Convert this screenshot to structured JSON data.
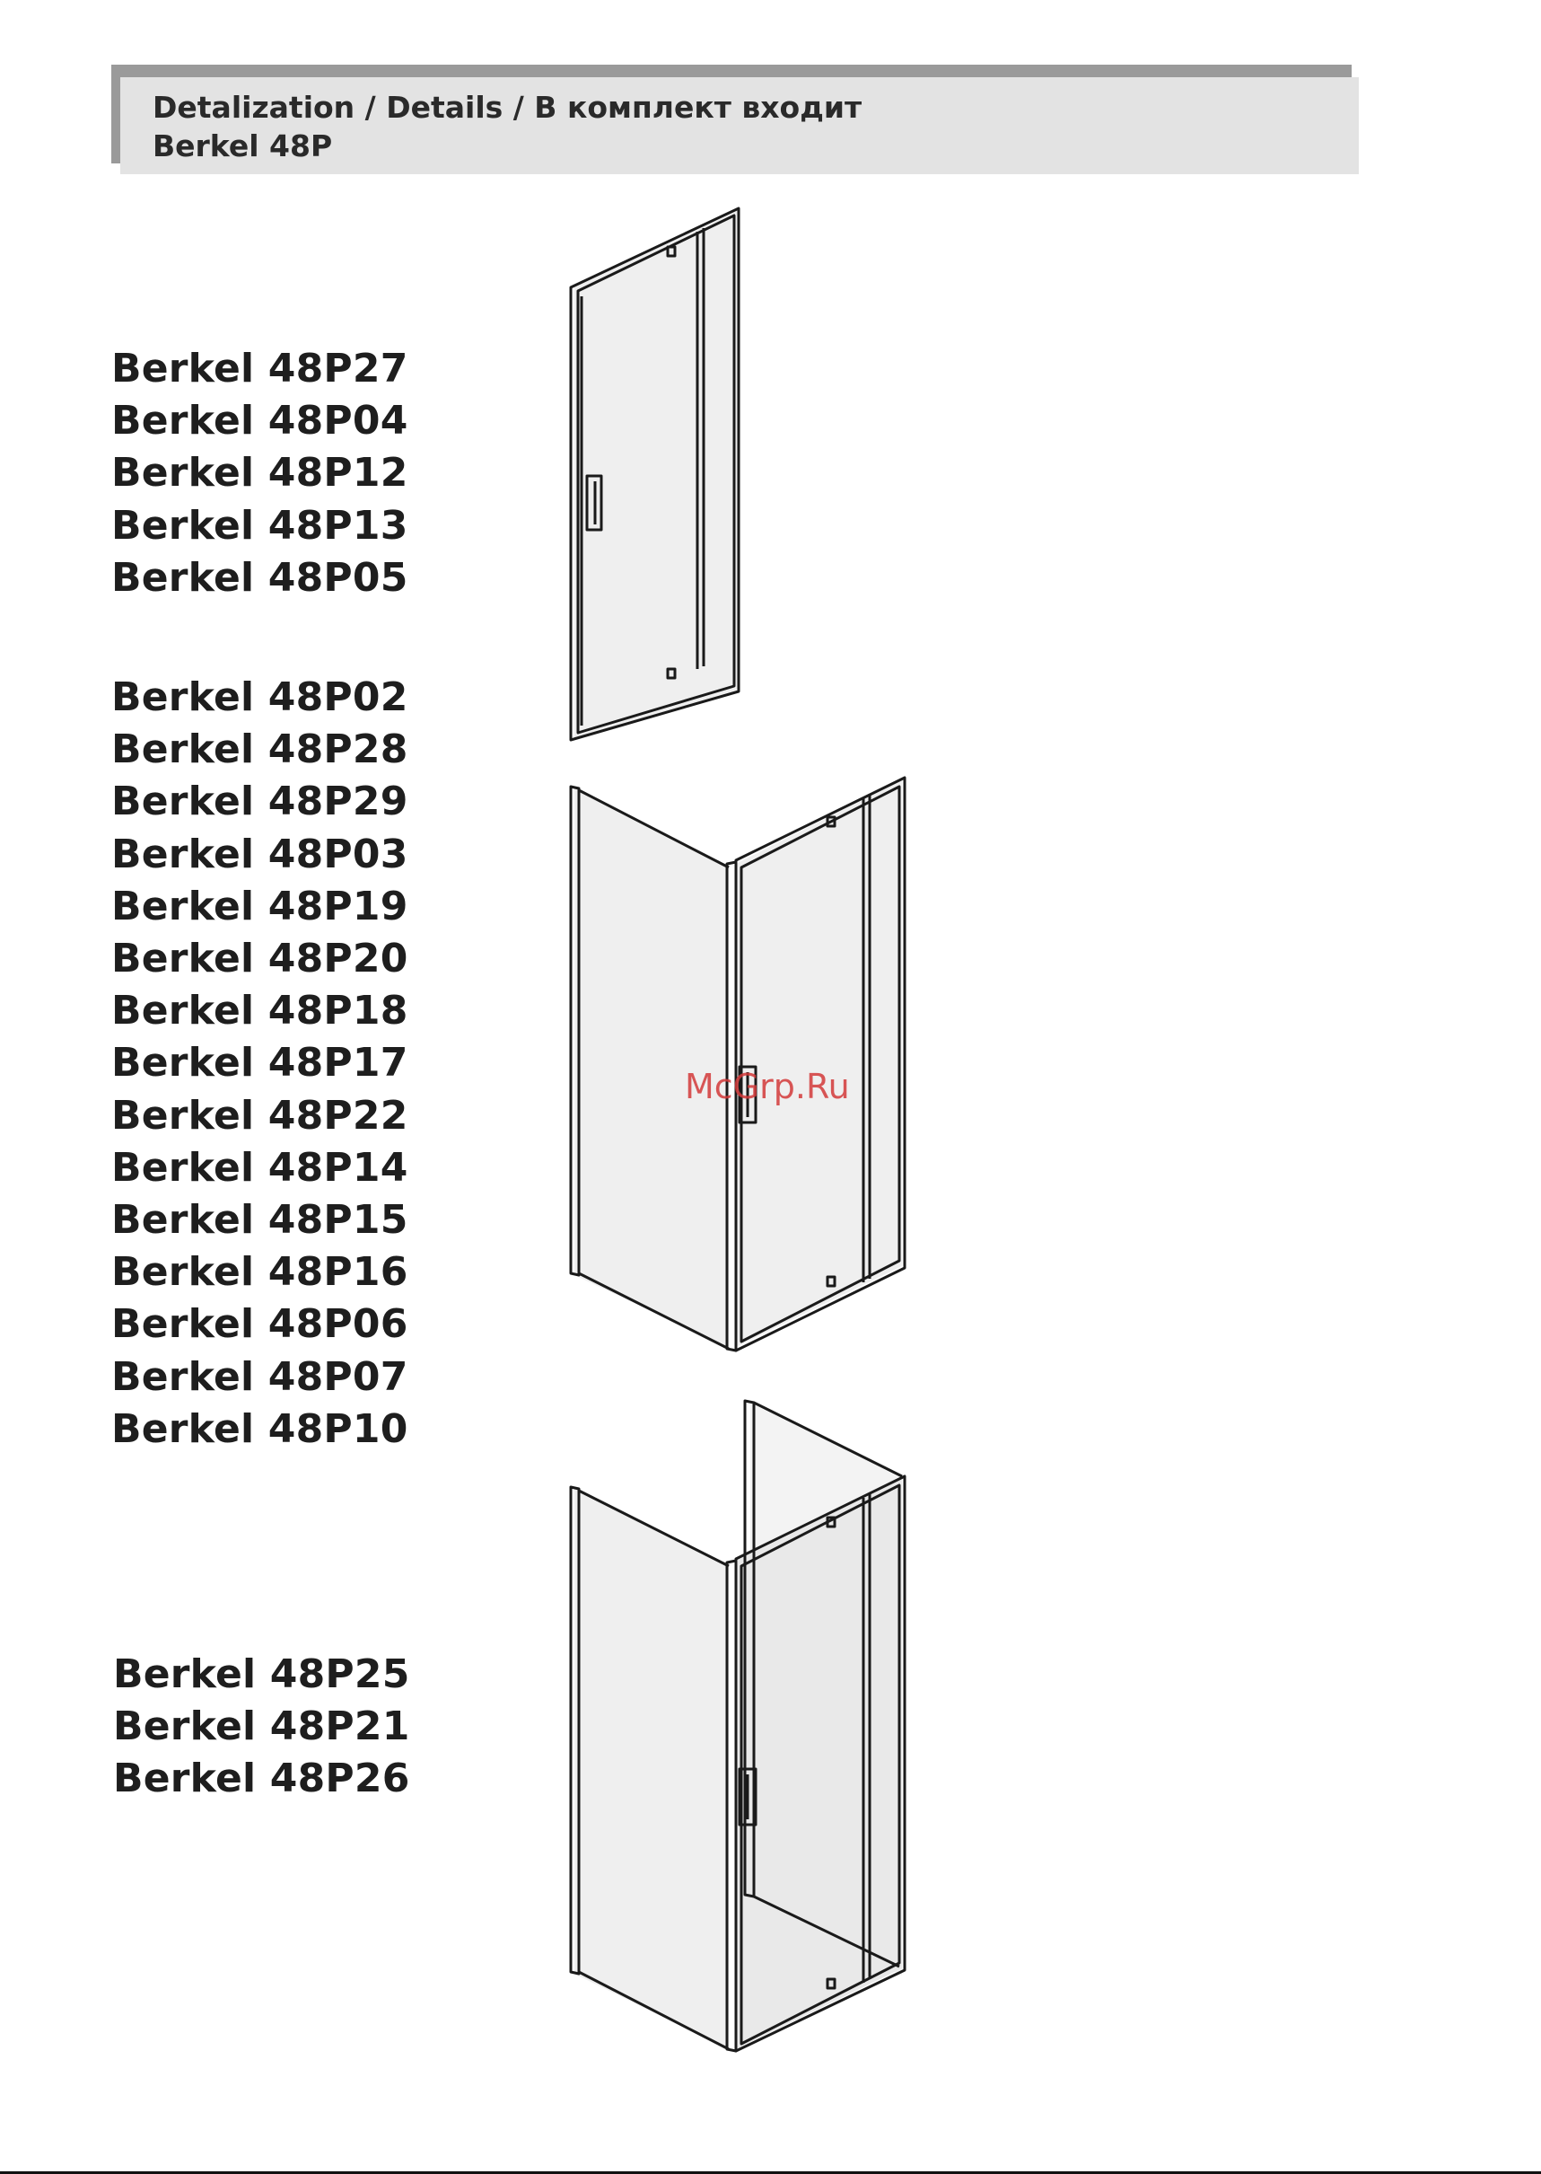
{
  "header": {
    "line1": "Detalization / Details / В комплект входит",
    "line2": "Berkel 48P"
  },
  "groups": [
    {
      "items": [
        "Berkel 48P27",
        "Berkel 48P04",
        "Berkel 48P12",
        "Berkel 48P13",
        "Berkel 48P05"
      ]
    },
    {
      "items": [
        "Berkel 48P02",
        "Berkel 48P28",
        "Berkel 48P29",
        "Berkel 48P03",
        "Berkel 48P19",
        "Berkel 48P20",
        "Berkel 48P18",
        "Berkel 48P17",
        "Berkel 48P22",
        "Berkel 48P14",
        "Berkel 48P15",
        "Berkel 48P16",
        "Berkel 48P06",
        "Berkel 48P07",
        "Berkel 48P10"
      ]
    },
    {
      "items": [
        "Berkel 48P25",
        "Berkel 48P21",
        "Berkel 48P26"
      ]
    }
  ],
  "watermark": "McGrp.Ru",
  "colors": {
    "header_bg": "#e3e3e3",
    "header_shadow": "#9a9a9a",
    "text": "#1e1e1e",
    "watermark": "#d33a3a"
  }
}
